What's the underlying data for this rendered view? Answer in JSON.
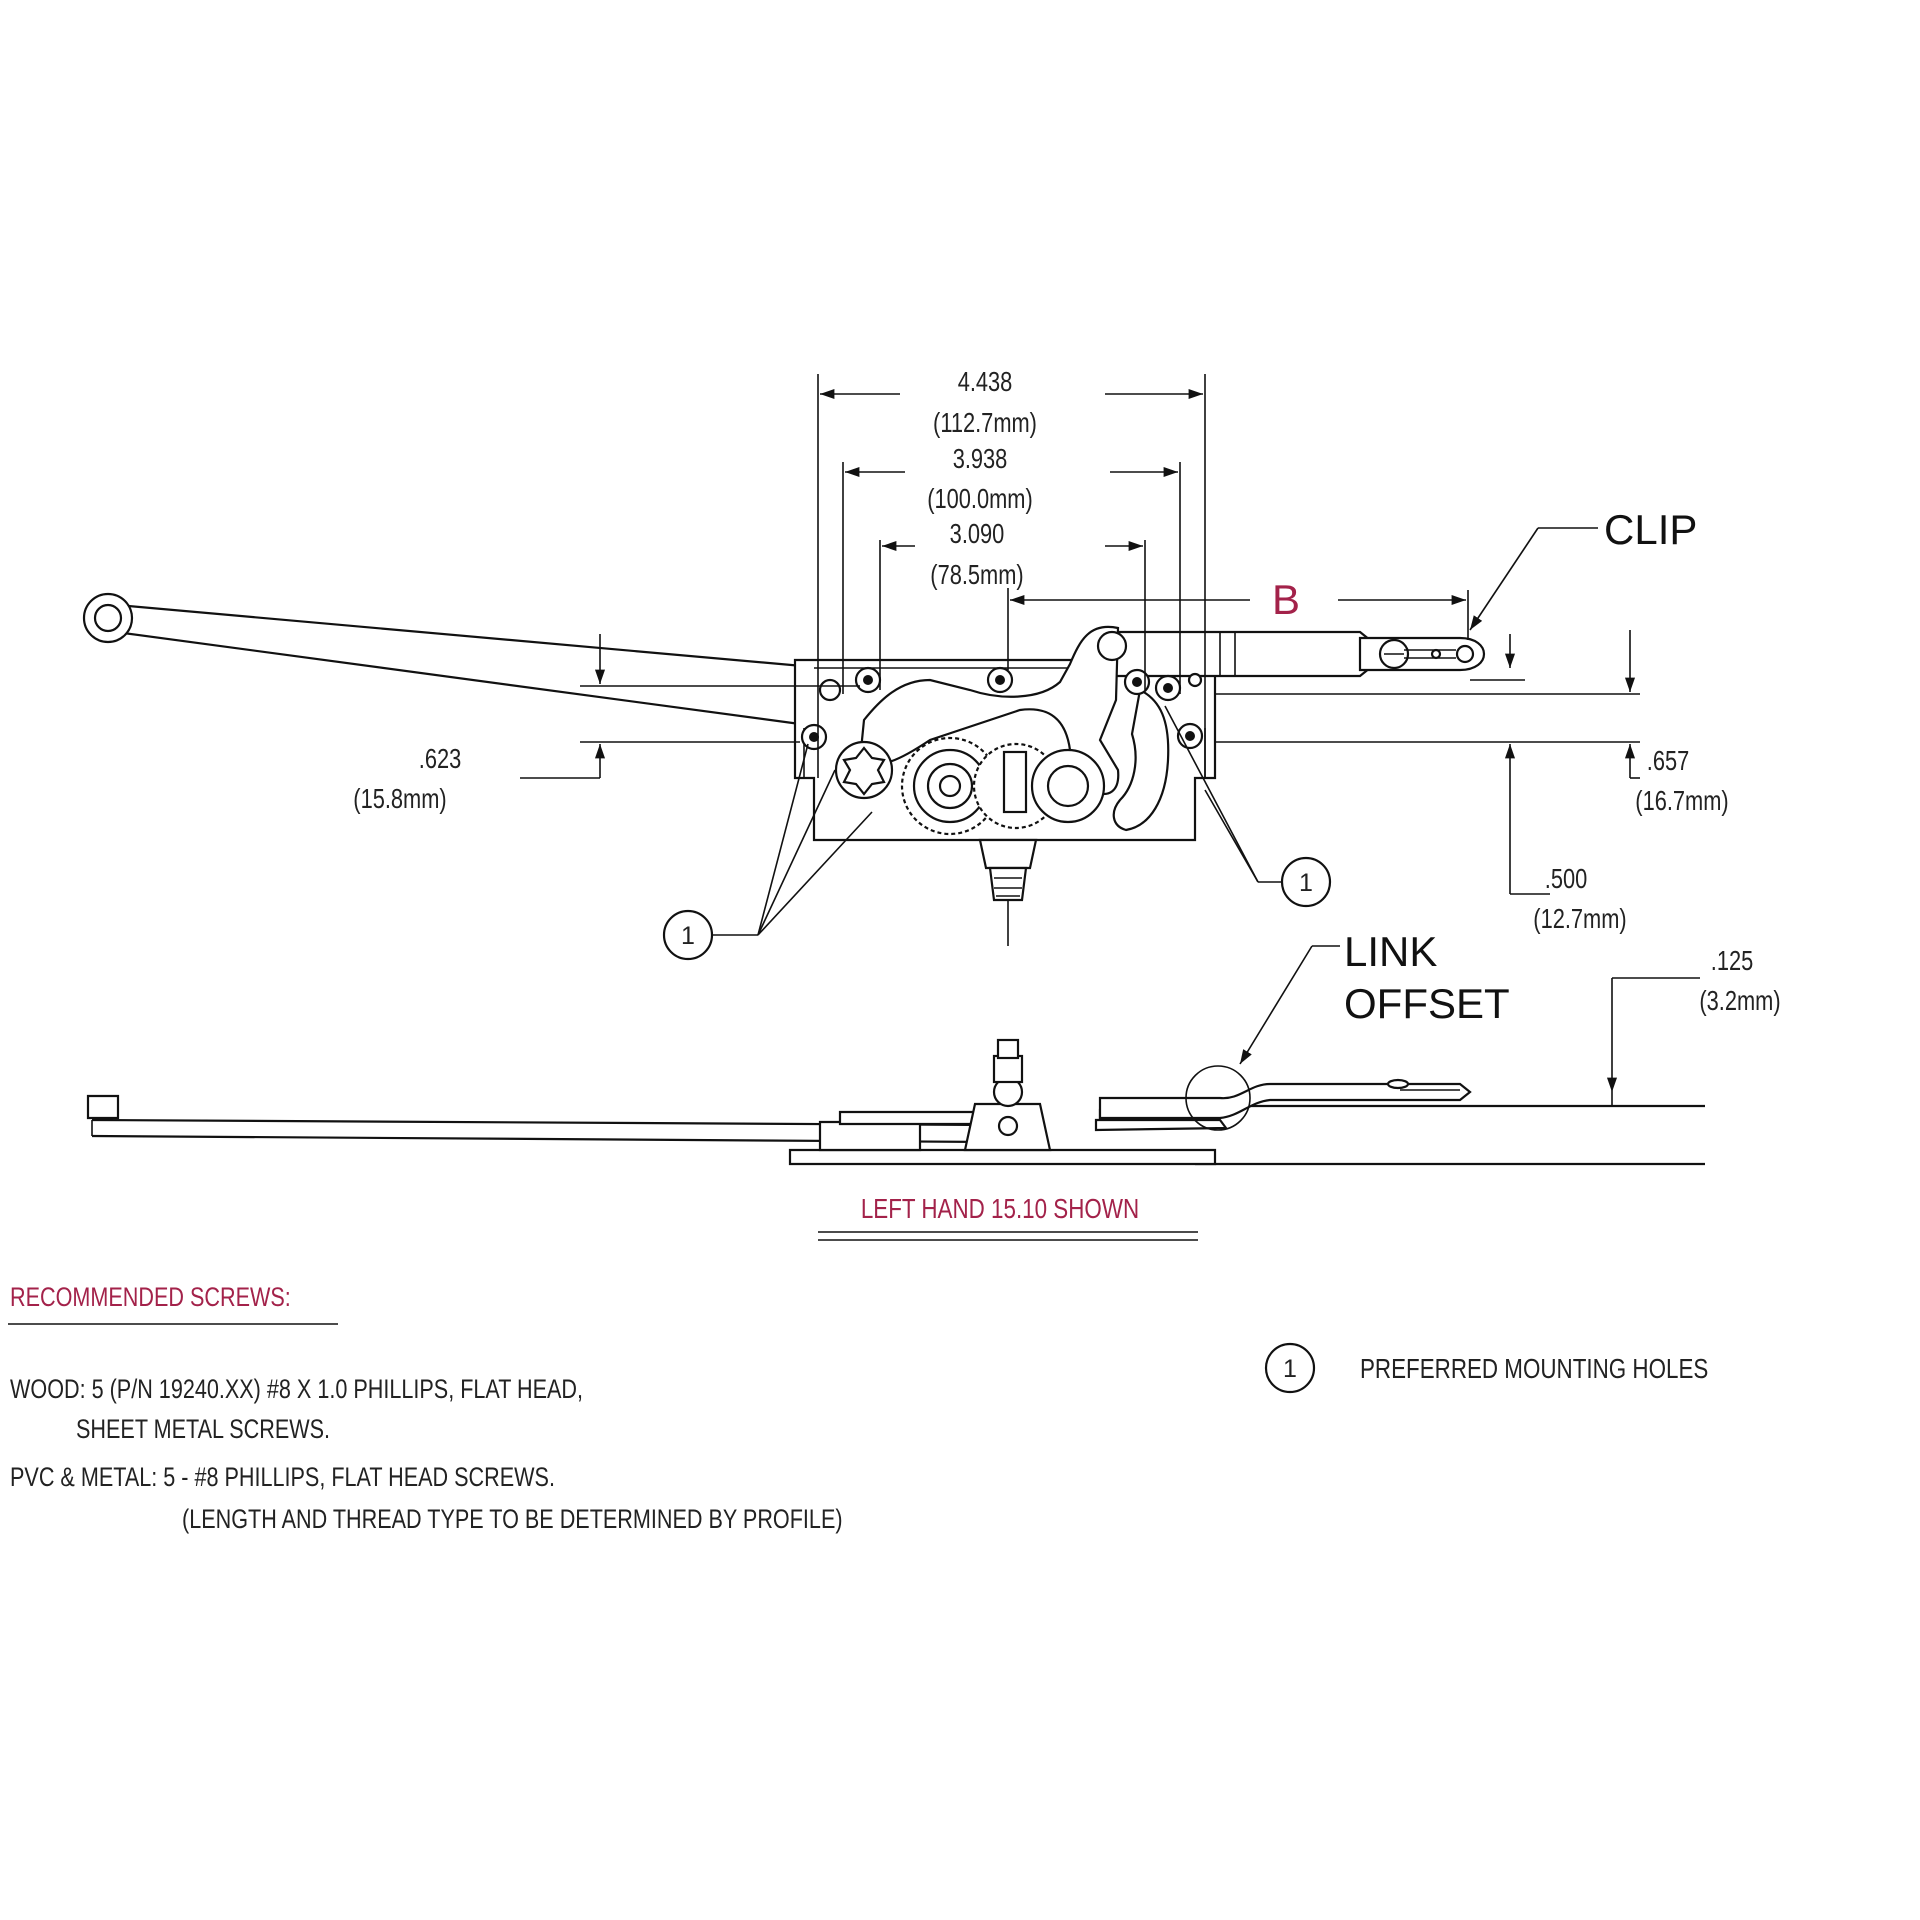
{
  "dimensions": {
    "d1": {
      "value": "4.438",
      "metric": "(112.7mm)"
    },
    "d2": {
      "value": "3.938",
      "metric": "(100.0mm)"
    },
    "d3": {
      "value": "3.090",
      "metric": "(78.5mm)"
    },
    "b_label": "B",
    "left_height": {
      "value": ".623",
      "metric": "(15.8mm)"
    },
    "right_height": {
      "value": ".657",
      "metric": "(16.7mm)"
    },
    "bottom_offset": {
      "value": ".500",
      "metric": "(12.7mm)"
    },
    "link_rise": {
      "value": ".125",
      "metric": "(3.2mm)"
    }
  },
  "callouts": {
    "clip": "CLIP",
    "link_offset_line1": "LINK",
    "link_offset_line2": "OFFSET",
    "mounting_marker": "1"
  },
  "caption": "LEFT HAND 15.10 SHOWN",
  "legend": {
    "marker": "1",
    "text": "PREFERRED MOUNTING HOLES"
  },
  "screws": {
    "title": "RECOMMENDED SCREWS:",
    "wood_line1": "WOOD:  5 (P/N 19240.XX) #8 X 1.0 PHILLIPS, FLAT HEAD,",
    "wood_line2": "SHEET METAL SCREWS.",
    "pvc_line1": "PVC & METAL:  5 - #8 PHILLIPS, FLAT HEAD SCREWS.",
    "pvc_line2": "(LENGTH AND THREAD TYPE TO BE DETERMINED BY PROFILE)"
  },
  "colors": {
    "accent": "#a3224a",
    "line": "#111111"
  }
}
